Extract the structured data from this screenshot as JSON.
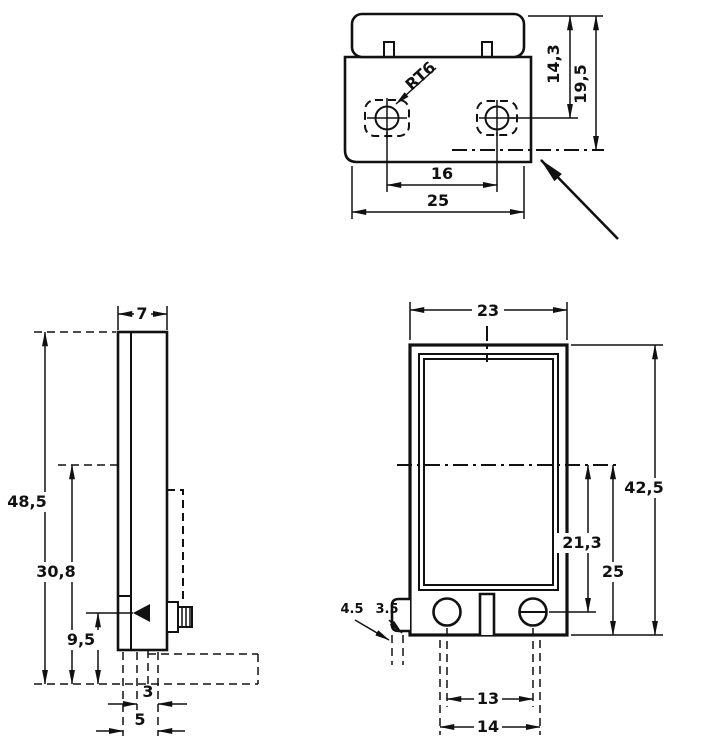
{
  "colors": {
    "ink": "#111111",
    "paper": "#ffffff"
  },
  "views": {
    "top": {
      "part_label": "RT6",
      "dims": {
        "hole_spacing": "16",
        "width": "25",
        "top_to_hole": "14,3",
        "top_to_base": "19,5"
      }
    },
    "side": {
      "dims": {
        "thickness": "7",
        "total_height": "48,5",
        "base_to_axis": "30,8",
        "foot_height": "9,5",
        "foot_depth": "3",
        "foot_width": "5"
      }
    },
    "front": {
      "dims": {
        "width": "23",
        "total_height": "42,5",
        "axis_to_base": "25",
        "axis_to_hole": "21,3",
        "tab_offset": "4.5",
        "tab_width": "3.5",
        "hole_spacing": "13",
        "slot_spacing": "14"
      }
    }
  }
}
